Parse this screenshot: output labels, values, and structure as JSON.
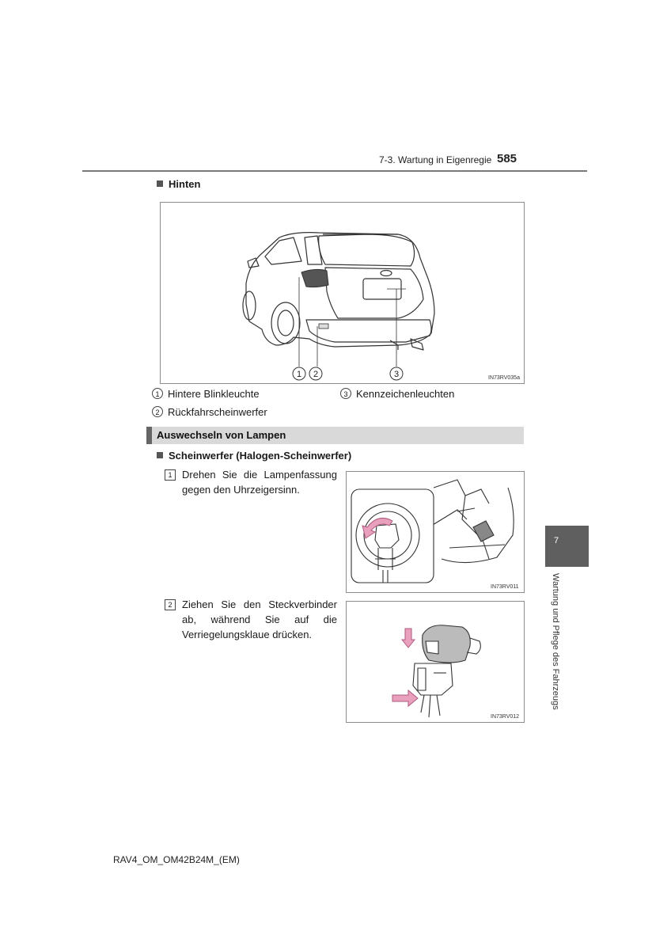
{
  "header": {
    "section": "7-3. Wartung in Eigenregie",
    "page_number": "585"
  },
  "rear": {
    "heading": "Hinten",
    "figure_code": "IN73RV035a",
    "callouts": [
      "1",
      "2",
      "3"
    ],
    "legend": [
      {
        "num": "1",
        "label": "Hintere Blinkleuchte"
      },
      {
        "num": "3",
        "label": "Kennzeichenleuchten"
      },
      {
        "num": "2",
        "label": "Rückfahrscheinwerfer"
      }
    ]
  },
  "section_title": "Auswechseln von Lampen",
  "headlight": {
    "heading": "Scheinwerfer (Halogen-Scheinwerfer)",
    "steps": [
      {
        "num": "1",
        "text": "Drehen Sie die Lampenfassung gegen den Uhrzeigersinn.",
        "figure_code": "IN73RV011"
      },
      {
        "num": "2",
        "text": "Ziehen Sie den Steckverbinder ab, während Sie auf die Verriegelungsklaue drücken.",
        "figure_code": "IN73RV012"
      }
    ]
  },
  "side_tab": {
    "number": "7",
    "label": "Wartung und Pflege des Fahrzeugs"
  },
  "footer": {
    "text": "RAV4_OM_OM42B24M_(EM)"
  },
  "colors": {
    "arrow": "#e8a0bd",
    "arrow_stroke": "#b05a80",
    "section_bar": "#d9d9d9",
    "tab": "#5f5f5f"
  }
}
